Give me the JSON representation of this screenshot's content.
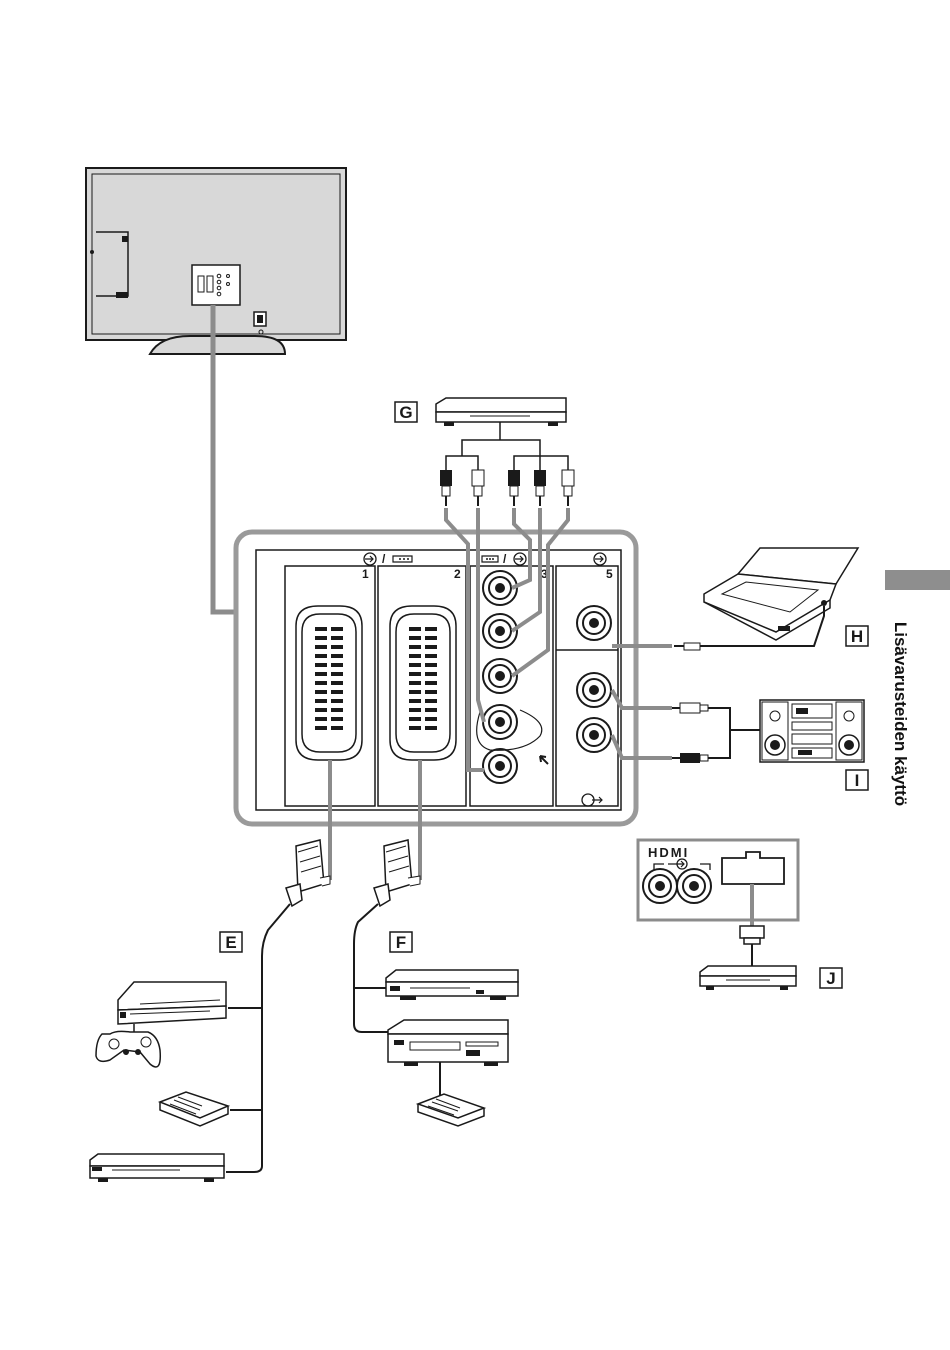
{
  "section_title": "Lisävarusteiden käyttö",
  "callouts": {
    "E": "E",
    "F": "F",
    "G": "G",
    "H": "H",
    "I": "I",
    "J": "J"
  },
  "jack_numbers": {
    "scart1": "1",
    "scart2": "2",
    "component3": "3",
    "input5": "5"
  },
  "hdmi_logo": "HDMI",
  "colors": {
    "line": "#1a1a1a",
    "grey_cable": "#8c8c8c",
    "panel_border": "#9a9a9a",
    "tv_fill": "#d8d8d8",
    "tab_grey": "#8e8e8e"
  }
}
